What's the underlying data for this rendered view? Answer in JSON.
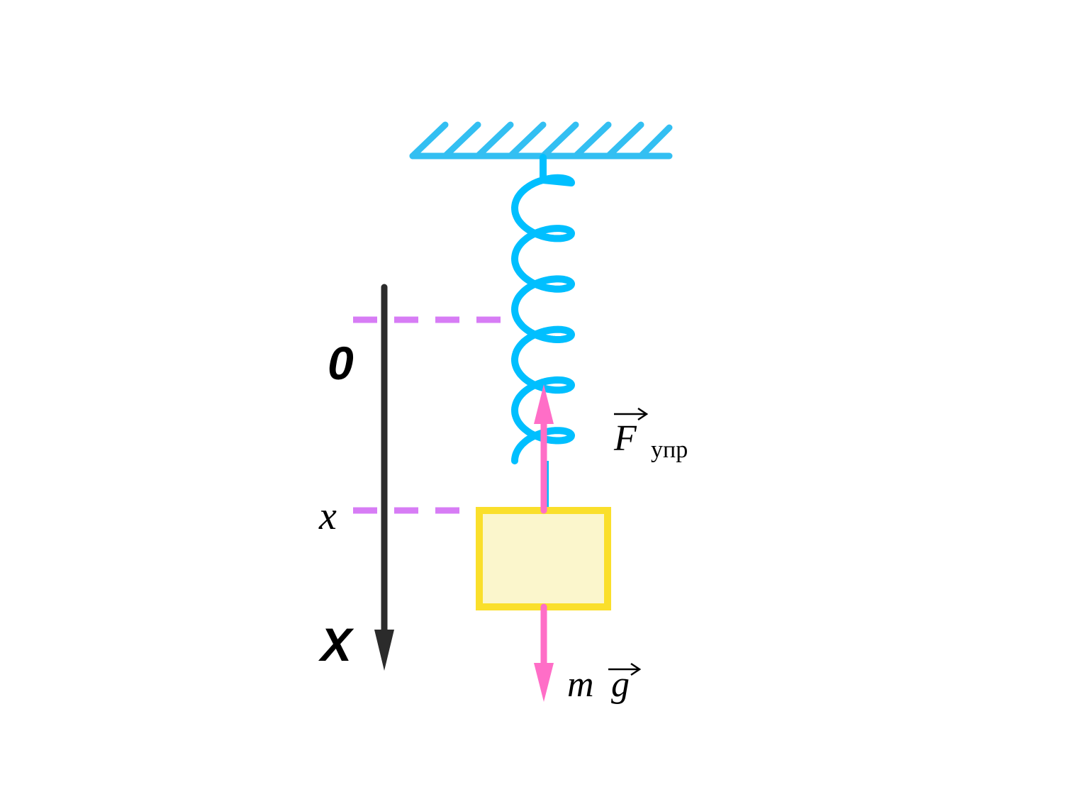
{
  "labels": {
    "origin": "0",
    "position": "x",
    "axis": "X",
    "spring_force_symbol": "F",
    "spring_force_subscript": "упр",
    "gravity_mass": "m",
    "gravity_accel": "g"
  },
  "colors": {
    "spring": "#00BFFF",
    "ceiling": "#33BFF2",
    "force_arrow": "#FF6EC7",
    "guide_line": "#D77CF5",
    "axis": "#2B2B2B",
    "block_fill": "#FBF6CC",
    "block_stroke": "#FADF2B"
  },
  "icons": {
    "ceiling": "hatched-ceiling-icon",
    "spring": "coil-spring-icon",
    "block": "mass-block-icon"
  }
}
